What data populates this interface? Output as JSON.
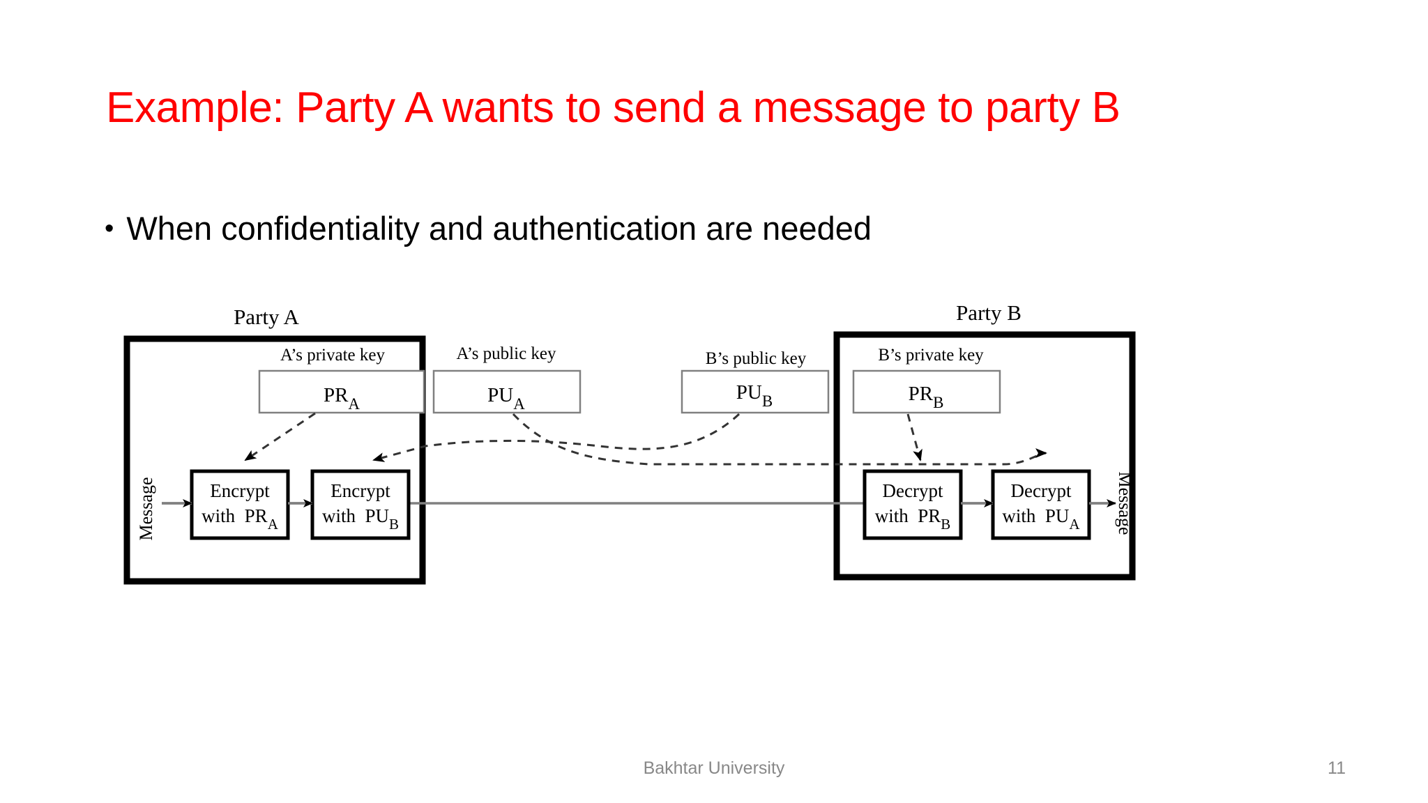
{
  "slide": {
    "title": "Example: Party A wants to send a message to party B",
    "title_color": "#ff0000",
    "bullets": [
      {
        "marker": "•",
        "text": "When confidentiality and authentication are needed"
      }
    ]
  },
  "footer": {
    "organization": "Bakhtar University",
    "page_number": "11",
    "color": "#888888"
  },
  "diagram": {
    "name": "public-key-confidentiality-and-authentication",
    "stroke_color": "#000000",
    "line_color": "#808080",
    "key_box_border": "#808080",
    "left_party": {
      "title": "Party A",
      "message_label_in": "Message",
      "keys": [
        {
          "caption": "A’s private key",
          "value_main": "PR",
          "value_sub": "A"
        }
      ],
      "operations": [
        {
          "line1": "Encrypt",
          "line2": "with",
          "key_main": "PR",
          "key_sub": "A"
        },
        {
          "line1": "Encrypt",
          "line2": "with",
          "key_main": "PU",
          "key_sub": "B"
        }
      ]
    },
    "middle_keys": [
      {
        "caption": "A’s public key",
        "value_main": "PU",
        "value_sub": "A"
      },
      {
        "caption": "B’s public key",
        "value_main": "PU",
        "value_sub": "B"
      }
    ],
    "right_party": {
      "title": "Party B",
      "message_label_out": "Message",
      "keys": [
        {
          "caption": "B’s private key",
          "value_main": "PR",
          "value_sub": "B"
        }
      ],
      "operations": [
        {
          "line1": "Decrypt",
          "line2": "with",
          "key_main": "PR",
          "key_sub": "B"
        },
        {
          "line1": "Decrypt",
          "line2": "with",
          "key_main": "PU",
          "key_sub": "A"
        }
      ]
    }
  }
}
